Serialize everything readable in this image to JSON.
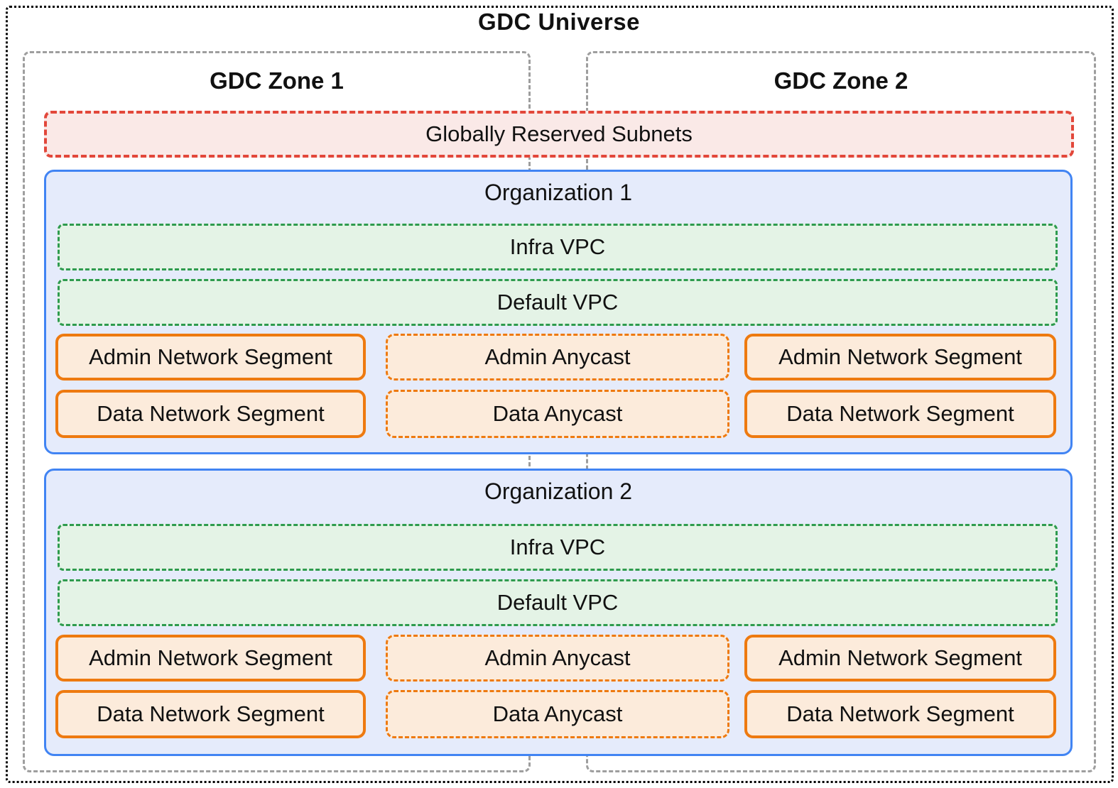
{
  "universe": {
    "title": "GDC Universe"
  },
  "zones": [
    {
      "label": "GDC Zone 1"
    },
    {
      "label": "GDC Zone 2"
    }
  ],
  "reserved": {
    "label": "Globally Reserved Subnets"
  },
  "organizations": [
    {
      "title": "Organization 1",
      "vpcs": [
        {
          "label": "Infra VPC"
        },
        {
          "label": "Default VPC"
        }
      ],
      "rows": [
        {
          "left": "Admin Network Segment",
          "middle": "Admin Anycast",
          "right": "Admin Network Segment"
        },
        {
          "left": "Data Network Segment",
          "middle": "Data Anycast",
          "right": "Data Network Segment"
        }
      ]
    },
    {
      "title": "Organization 2",
      "vpcs": [
        {
          "label": "Infra VPC"
        },
        {
          "label": "Default VPC"
        }
      ],
      "rows": [
        {
          "left": "Admin Network Segment",
          "middle": "Admin Anycast",
          "right": "Admin Network Segment"
        },
        {
          "left": "Data Network Segment",
          "middle": "Data Anycast",
          "right": "Data Network Segment"
        }
      ]
    }
  ],
  "colors": {
    "ink": "#111111",
    "gray-border": "#9e9e9e",
    "red-border": "#e2473a",
    "red-fill": "#fae9e7",
    "blue-border": "#4184f3",
    "blue-fill": "#e5ebfb",
    "green-border": "#2e9b4e",
    "green-fill": "#e4f3e6",
    "orange-border": "#ee7a10",
    "orange-fill": "#fcebdb"
  }
}
